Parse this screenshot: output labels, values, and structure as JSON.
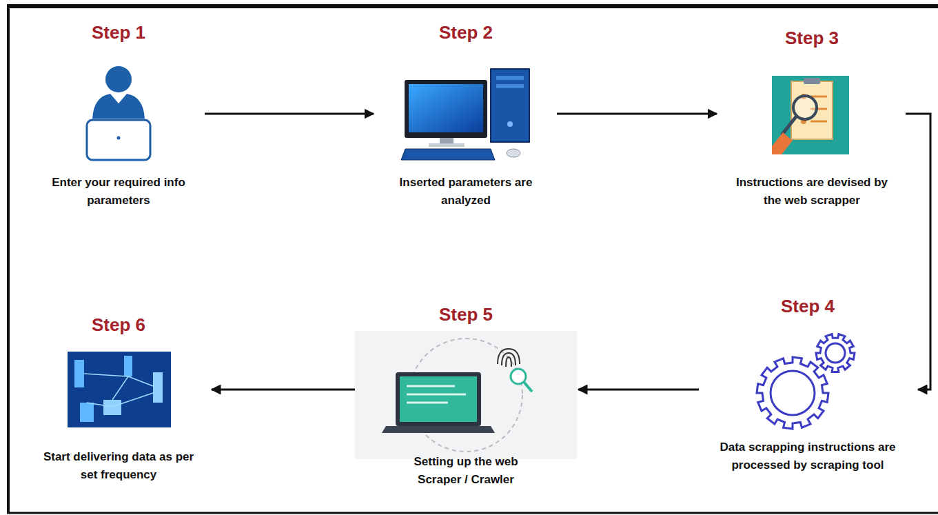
{
  "diagram": {
    "nodes": [
      {
        "text": [
          "Step 1",
          "Enter your required info parameters"
        ]
      },
      {
        "text": [
          "Step 2",
          "Inserted parameters are analyzed"
        ]
      },
      {
        "text": [
          "Step 3",
          "Instructions are devised by the web scrapper"
        ]
      },
      {
        "text": [
          "Step 4",
          "Data scrapping instructions are processed by scraping tool"
        ]
      },
      {
        "text": [
          "Step 5",
          "Setting up the web Scraper / Crawler"
        ]
      },
      {
        "text": [
          "Step 6",
          "Start delivering data as per set frequency"
        ]
      }
    ],
    "edges": [
      {
        "from": 0,
        "to": 1,
        "arrow": "to"
      },
      {
        "from": 1,
        "to": 2,
        "arrow": "to"
      },
      {
        "from": 2,
        "to": 3,
        "arrow": "to"
      },
      {
        "from": 3,
        "to": 4,
        "arrow": "to"
      },
      {
        "from": 4,
        "to": 5,
        "arrow": "to"
      }
    ]
  }
}
